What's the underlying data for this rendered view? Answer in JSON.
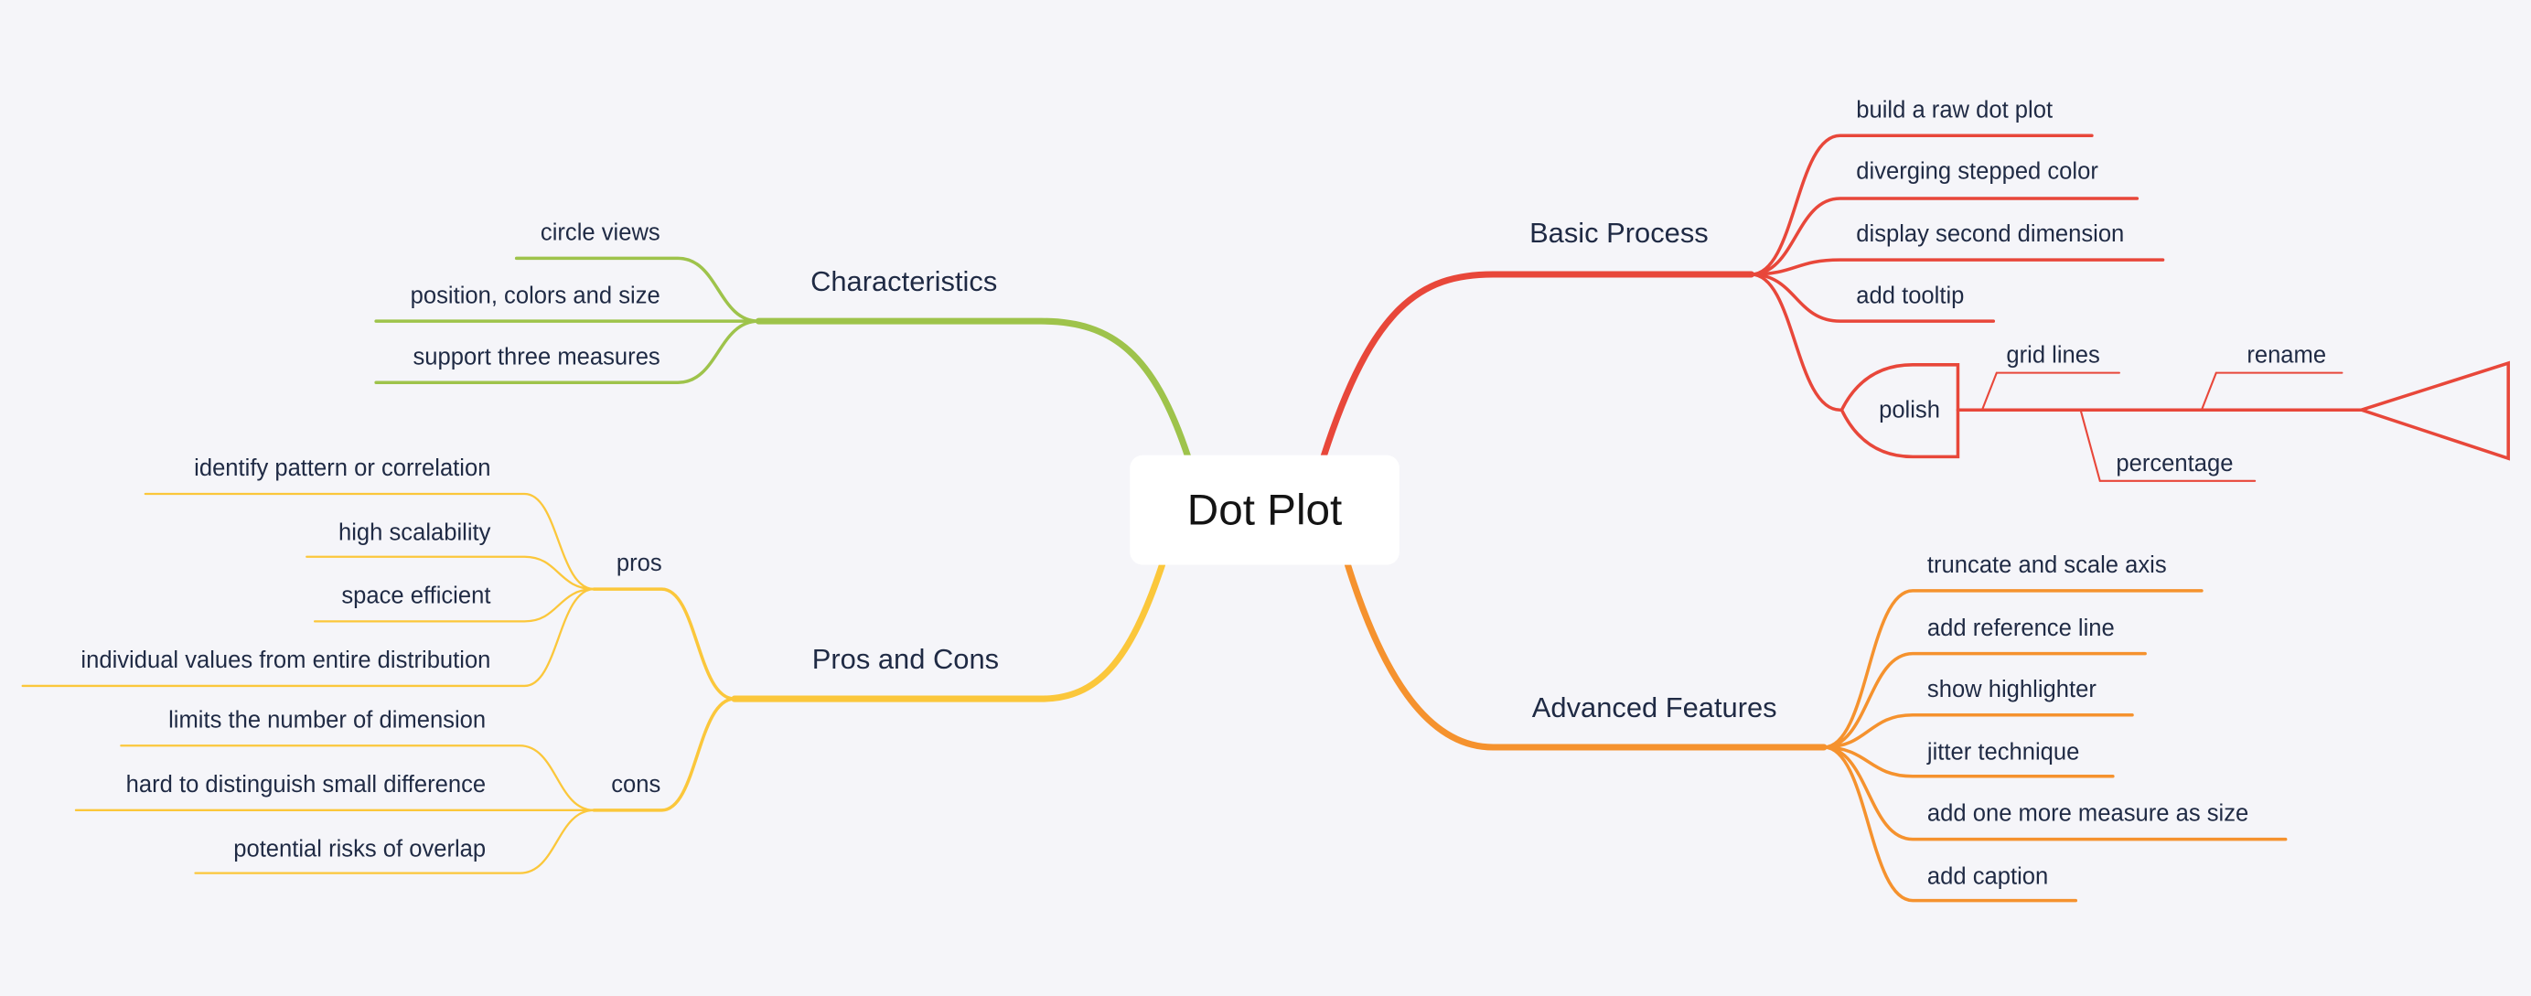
{
  "root": {
    "label": "Dot Plot"
  },
  "colors": {
    "background": "#f5f5f9",
    "basic_process": "#e8473a",
    "advanced_features": "#f5922e",
    "characteristics": "#9ec34b",
    "pros_and_cons": "#fbc73b"
  },
  "basic_process": {
    "label": "Basic Process",
    "items": [
      "build a raw dot plot",
      "diverging stepped color",
      "display second dimension",
      "add tooltip"
    ],
    "polish": {
      "label": "polish",
      "grid_lines": "grid lines",
      "rename": "rename",
      "percentage": "percentage"
    }
  },
  "advanced_features": {
    "label": "Advanced Features",
    "items": [
      "truncate and scale axis",
      "add reference line",
      "show highlighter",
      "jitter technique",
      "add one more measure as size",
      "add caption"
    ]
  },
  "characteristics": {
    "label": "Characteristics",
    "items": [
      "circle views",
      "position, colors and size",
      "support three measures"
    ]
  },
  "pros_and_cons": {
    "label": "Pros and Cons",
    "pros": {
      "label": "pros",
      "items": [
        "identify pattern or correlation",
        "high scalability",
        "space efficient",
        "individual values from entire distribution"
      ]
    },
    "cons": {
      "label": "cons",
      "items": [
        "limits the number of dimension",
        "hard to distinguish small difference",
        "potential risks of overlap"
      ]
    }
  }
}
